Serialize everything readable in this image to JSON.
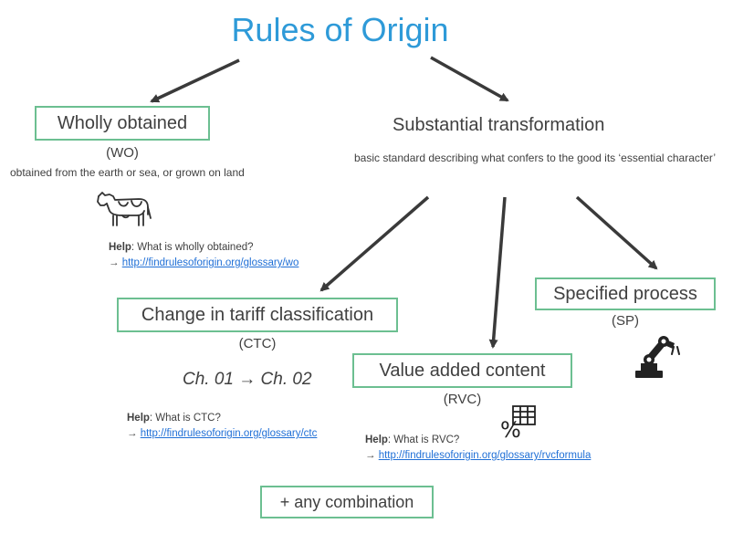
{
  "title": "Rules of Origin",
  "wo": {
    "label": "Wholly obtained",
    "abbr": "(WO)",
    "desc": "obtained from the earth or sea, or grown on land",
    "help_label": "Help",
    "help_question": ": What is wholly obtained?",
    "arrow": "→",
    "link": "http://findrulesoforigin.org/glossary/wo",
    "icon": "cow-icon"
  },
  "st": {
    "label": "Substantial transformation",
    "desc": "basic standard describing what confers to the good its ‘essential character’"
  },
  "ctc": {
    "label": "Change in tariff classification",
    "abbr": "(CTC)",
    "example_from": "Ch. 01",
    "example_arrow": "→",
    "example_to": "Ch. 02",
    "help_label": "Help",
    "help_question": ": What is CTC?",
    "arrow": "→",
    "link": "http://findrulesoforigin.org/glossary/ctc"
  },
  "rvc": {
    "label": "Value added content",
    "abbr": "(RVC)",
    "help_label": "Help",
    "help_question": ": What is RVC?",
    "arrow": "→",
    "link": "http://findrulesoforigin.org/glossary/rvcformula",
    "icon": "percent-table-icon"
  },
  "sp": {
    "label": "Specified process",
    "abbr": "(SP)",
    "icon": "robot-arm-icon"
  },
  "combination": "+ any combination",
  "colors": {
    "title": "#2e9ad8",
    "box_border": "#6cbf91",
    "link": "#1f6fd6",
    "arrow": "#3a3a3a"
  }
}
